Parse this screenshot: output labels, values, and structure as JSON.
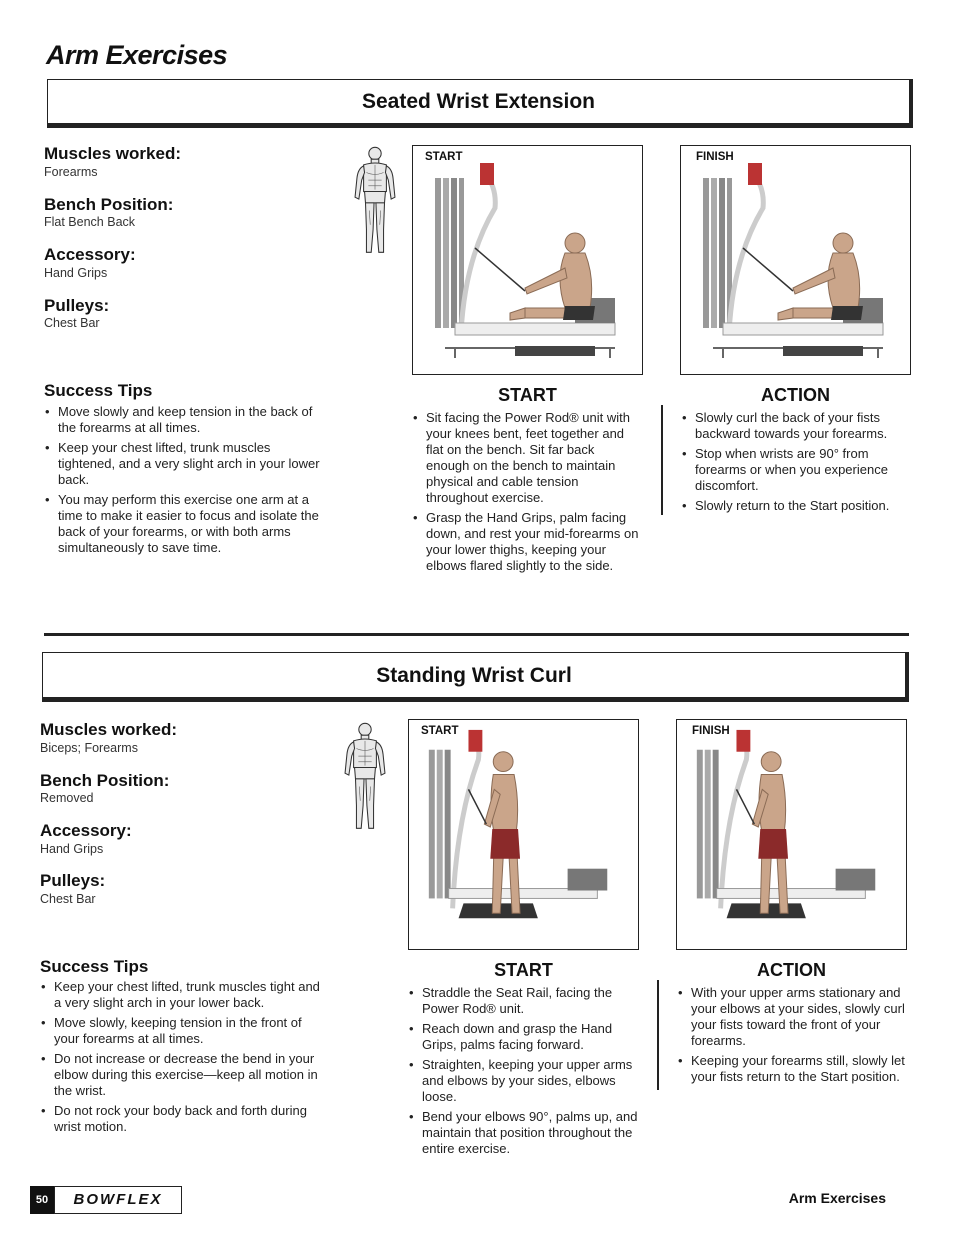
{
  "page": {
    "title": "Arm Exercises",
    "footer": {
      "page_number": "50",
      "brand": "BOWFLEX",
      "section": "Arm Exercises"
    }
  },
  "exercises": [
    {
      "title": "Seated Wrist Extension",
      "muscles_label": "Muscles worked:",
      "muscles_value": "Forearms",
      "bench_label": "Bench Position:",
      "bench_value": "Flat Bench Back",
      "accessory_label": "Accessory:",
      "accessory_value": "Hand Grips",
      "pulleys_label": "Pulleys:",
      "pulleys_value": "Chest Bar",
      "photo_start_tag": "START",
      "photo_finish_tag": "FINISH",
      "tips_heading": "Success Tips",
      "tips": [
        "Move slowly and keep tension in the back of the forearms at all times.",
        "Keep your chest lifted, trunk muscles tightened, and a very slight arch in your lower back.",
        "You may perform this exercise one arm at a time to make it easier to focus and isolate the back of your forearms, or with both arms simultaneously to save time."
      ],
      "start_heading": "START",
      "start_steps": [
        "Sit facing the Power Rod® unit with your knees bent, feet together and flat on the bench. Sit far back enough on the bench to maintain physical and cable tension throughout exercise.",
        "Grasp the Hand Grips, palm facing down, and rest your mid-forearms on your lower thighs, keeping your elbows flared slightly to the side."
      ],
      "action_heading": "ACTION",
      "action_steps": [
        "Slowly curl the back of your fists backward towards your forearms.",
        "Stop when wrists are 90° from forearms or when you experience discomfort.",
        "Slowly return to the Start position."
      ]
    },
    {
      "title": "Standing Wrist Curl",
      "muscles_label": "Muscles worked:",
      "muscles_value": "Biceps; Forearms",
      "bench_label": "Bench Position:",
      "bench_value": "Removed",
      "accessory_label": "Accessory:",
      "accessory_value": "Hand Grips",
      "pulleys_label": "Pulleys:",
      "pulleys_value": "Chest Bar",
      "photo_start_tag": "START",
      "photo_finish_tag": "FINISH",
      "tips_heading": "Success Tips",
      "tips": [
        "Keep your chest lifted, trunk muscles tight and a very slight arch in your lower back.",
        "Move slowly, keeping tension in the front of your forearms at all times.",
        "Do not increase or decrease the bend in your elbow during this exercise—keep all motion in the wrist.",
        "Do not rock your body back and forth during wrist motion."
      ],
      "start_heading": "START",
      "start_steps": [
        "Straddle the Seat Rail, facing the Power Rod® unit.",
        "Reach down and grasp the Hand Grips, palms facing forward.",
        "Straighten, keeping your upper arms and elbows by your sides, elbows loose.",
        "Bend your elbows 90°, palms up, and maintain that position throughout the entire exercise."
      ],
      "action_heading": "ACTION",
      "action_steps": [
        "With your upper arms stationary and your elbows at your sides, slowly curl your fists toward the front of your forearms.",
        "Keeping your forearms still, slowly let your fists return to the Start position."
      ]
    }
  ]
}
